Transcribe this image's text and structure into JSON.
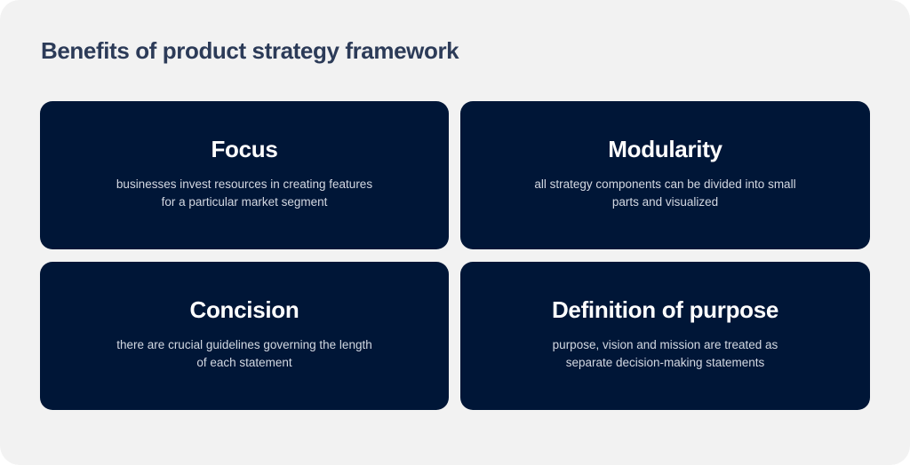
{
  "title": "Benefits of product strategy framework",
  "colors": {
    "background": "#f2f2f2",
    "title": "#2c3b58",
    "card": "#001637",
    "card_heading": "#ffffff",
    "card_text": "#d3d8e2"
  },
  "cards": [
    {
      "heading": "Focus",
      "description": "businesses invest resources in creating features for a particular market segment"
    },
    {
      "heading": "Modularity",
      "description": "all strategy components can be divided into small parts and visualized"
    },
    {
      "heading": "Concision",
      "description": "there are crucial guidelines governing the length of each statement"
    },
    {
      "heading": "Definition of purpose",
      "description": "purpose, vision and mission are treated as separate decision-making statements"
    }
  ]
}
